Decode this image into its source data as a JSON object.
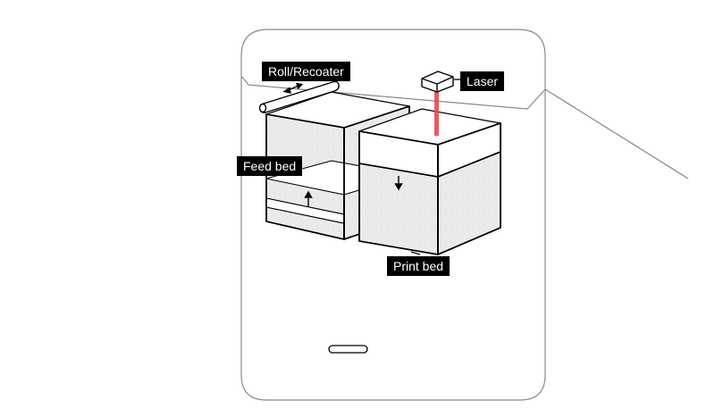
{
  "labels": {
    "roll_recoater": "Roll/Recoater",
    "laser": "Laser",
    "feed_bed": "Feed bed",
    "print_bed": "Print bed"
  },
  "colors": {
    "line": "#000000",
    "powder": "#e9e9e9",
    "label_bg": "#000000",
    "label_text": "#ffffff",
    "laser_beam": "#e8474f"
  }
}
